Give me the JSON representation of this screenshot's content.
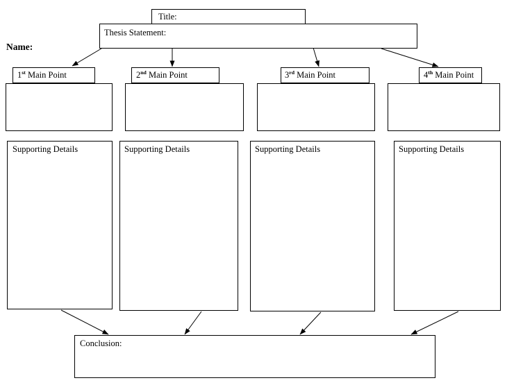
{
  "document": {
    "type": "graphic-organizer-worksheet",
    "name_label": "Name:",
    "title_box_label": "Title:",
    "thesis_box_label": "Thesis Statement:",
    "conclusion_box_label": "Conclusion:"
  },
  "main_points": [
    {
      "ordinal_number": "1",
      "ordinal_suffix": "st",
      "label_tail": " Main Point",
      "supporting_label": "Supporting Details"
    },
    {
      "ordinal_number": "2",
      "ordinal_suffix": "nd",
      "label_tail": " Main Point",
      "supporting_label": "Supporting Details"
    },
    {
      "ordinal_number": "3",
      "ordinal_suffix": "rd",
      "label_tail": " Main Point",
      "supporting_label": "Supporting Details"
    },
    {
      "ordinal_number": "4",
      "ordinal_suffix": "th",
      "label_tail": " Main Point",
      "supporting_label": "Supporting Details"
    }
  ],
  "colors": {
    "stroke": "#000000",
    "fill": "#ffffff",
    "text": "#000000"
  }
}
